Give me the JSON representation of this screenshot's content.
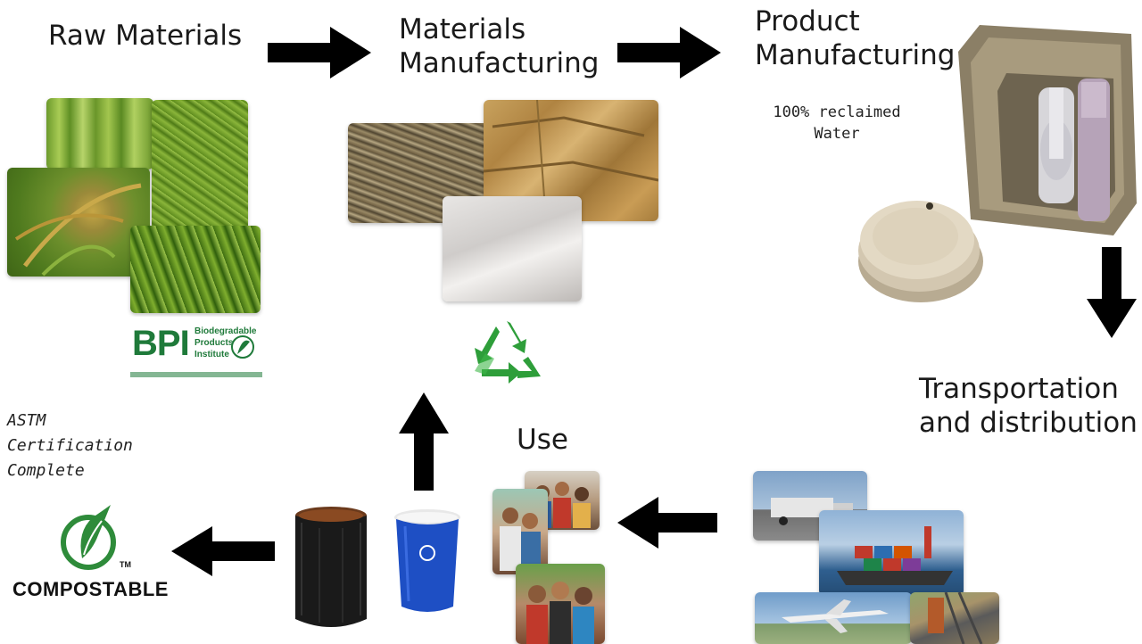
{
  "stages": {
    "raw_materials": "Raw Materials",
    "materials_manufacturing_line1": "Materials",
    "materials_manufacturing_line2": "Manufacturing",
    "product_manufacturing_line1": "Product",
    "product_manufacturing_line2": "Manufacturing",
    "transportation_line1": "Transportation",
    "transportation_line2": "and distribution",
    "use": "Use"
  },
  "notes": {
    "reclaimed_line1": "100% reclaimed",
    "reclaimed_line2": "Water",
    "astm_line1": "ASTM",
    "astm_line2": "Certification",
    "astm_line3": "Complete"
  },
  "logos": {
    "bpi_letters": "BPI",
    "bpi_text_line1": "Biodegradable",
    "bpi_text_line2": "Products",
    "bpi_text_line3": "Institute",
    "compostable": "COMPOSTABLE",
    "trademark": "TM"
  },
  "colors": {
    "arrow": "#000000",
    "recycle_green": "#2e9e3a",
    "bpi_green": "#1f7a3a",
    "bin_blue": "#1e4fc4"
  }
}
